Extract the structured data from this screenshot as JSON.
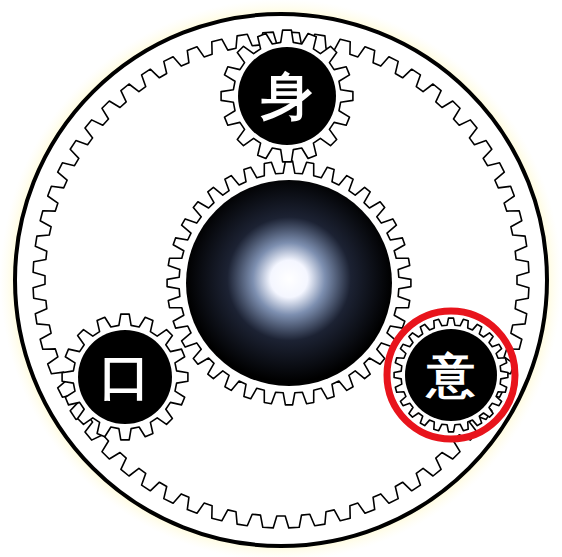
{
  "diagram": {
    "nodes": [
      {
        "text": [
          "身"
        ]
      },
      {
        "text": [
          "口"
        ]
      },
      {
        "text": [
          "意"
        ]
      }
    ]
  }
}
